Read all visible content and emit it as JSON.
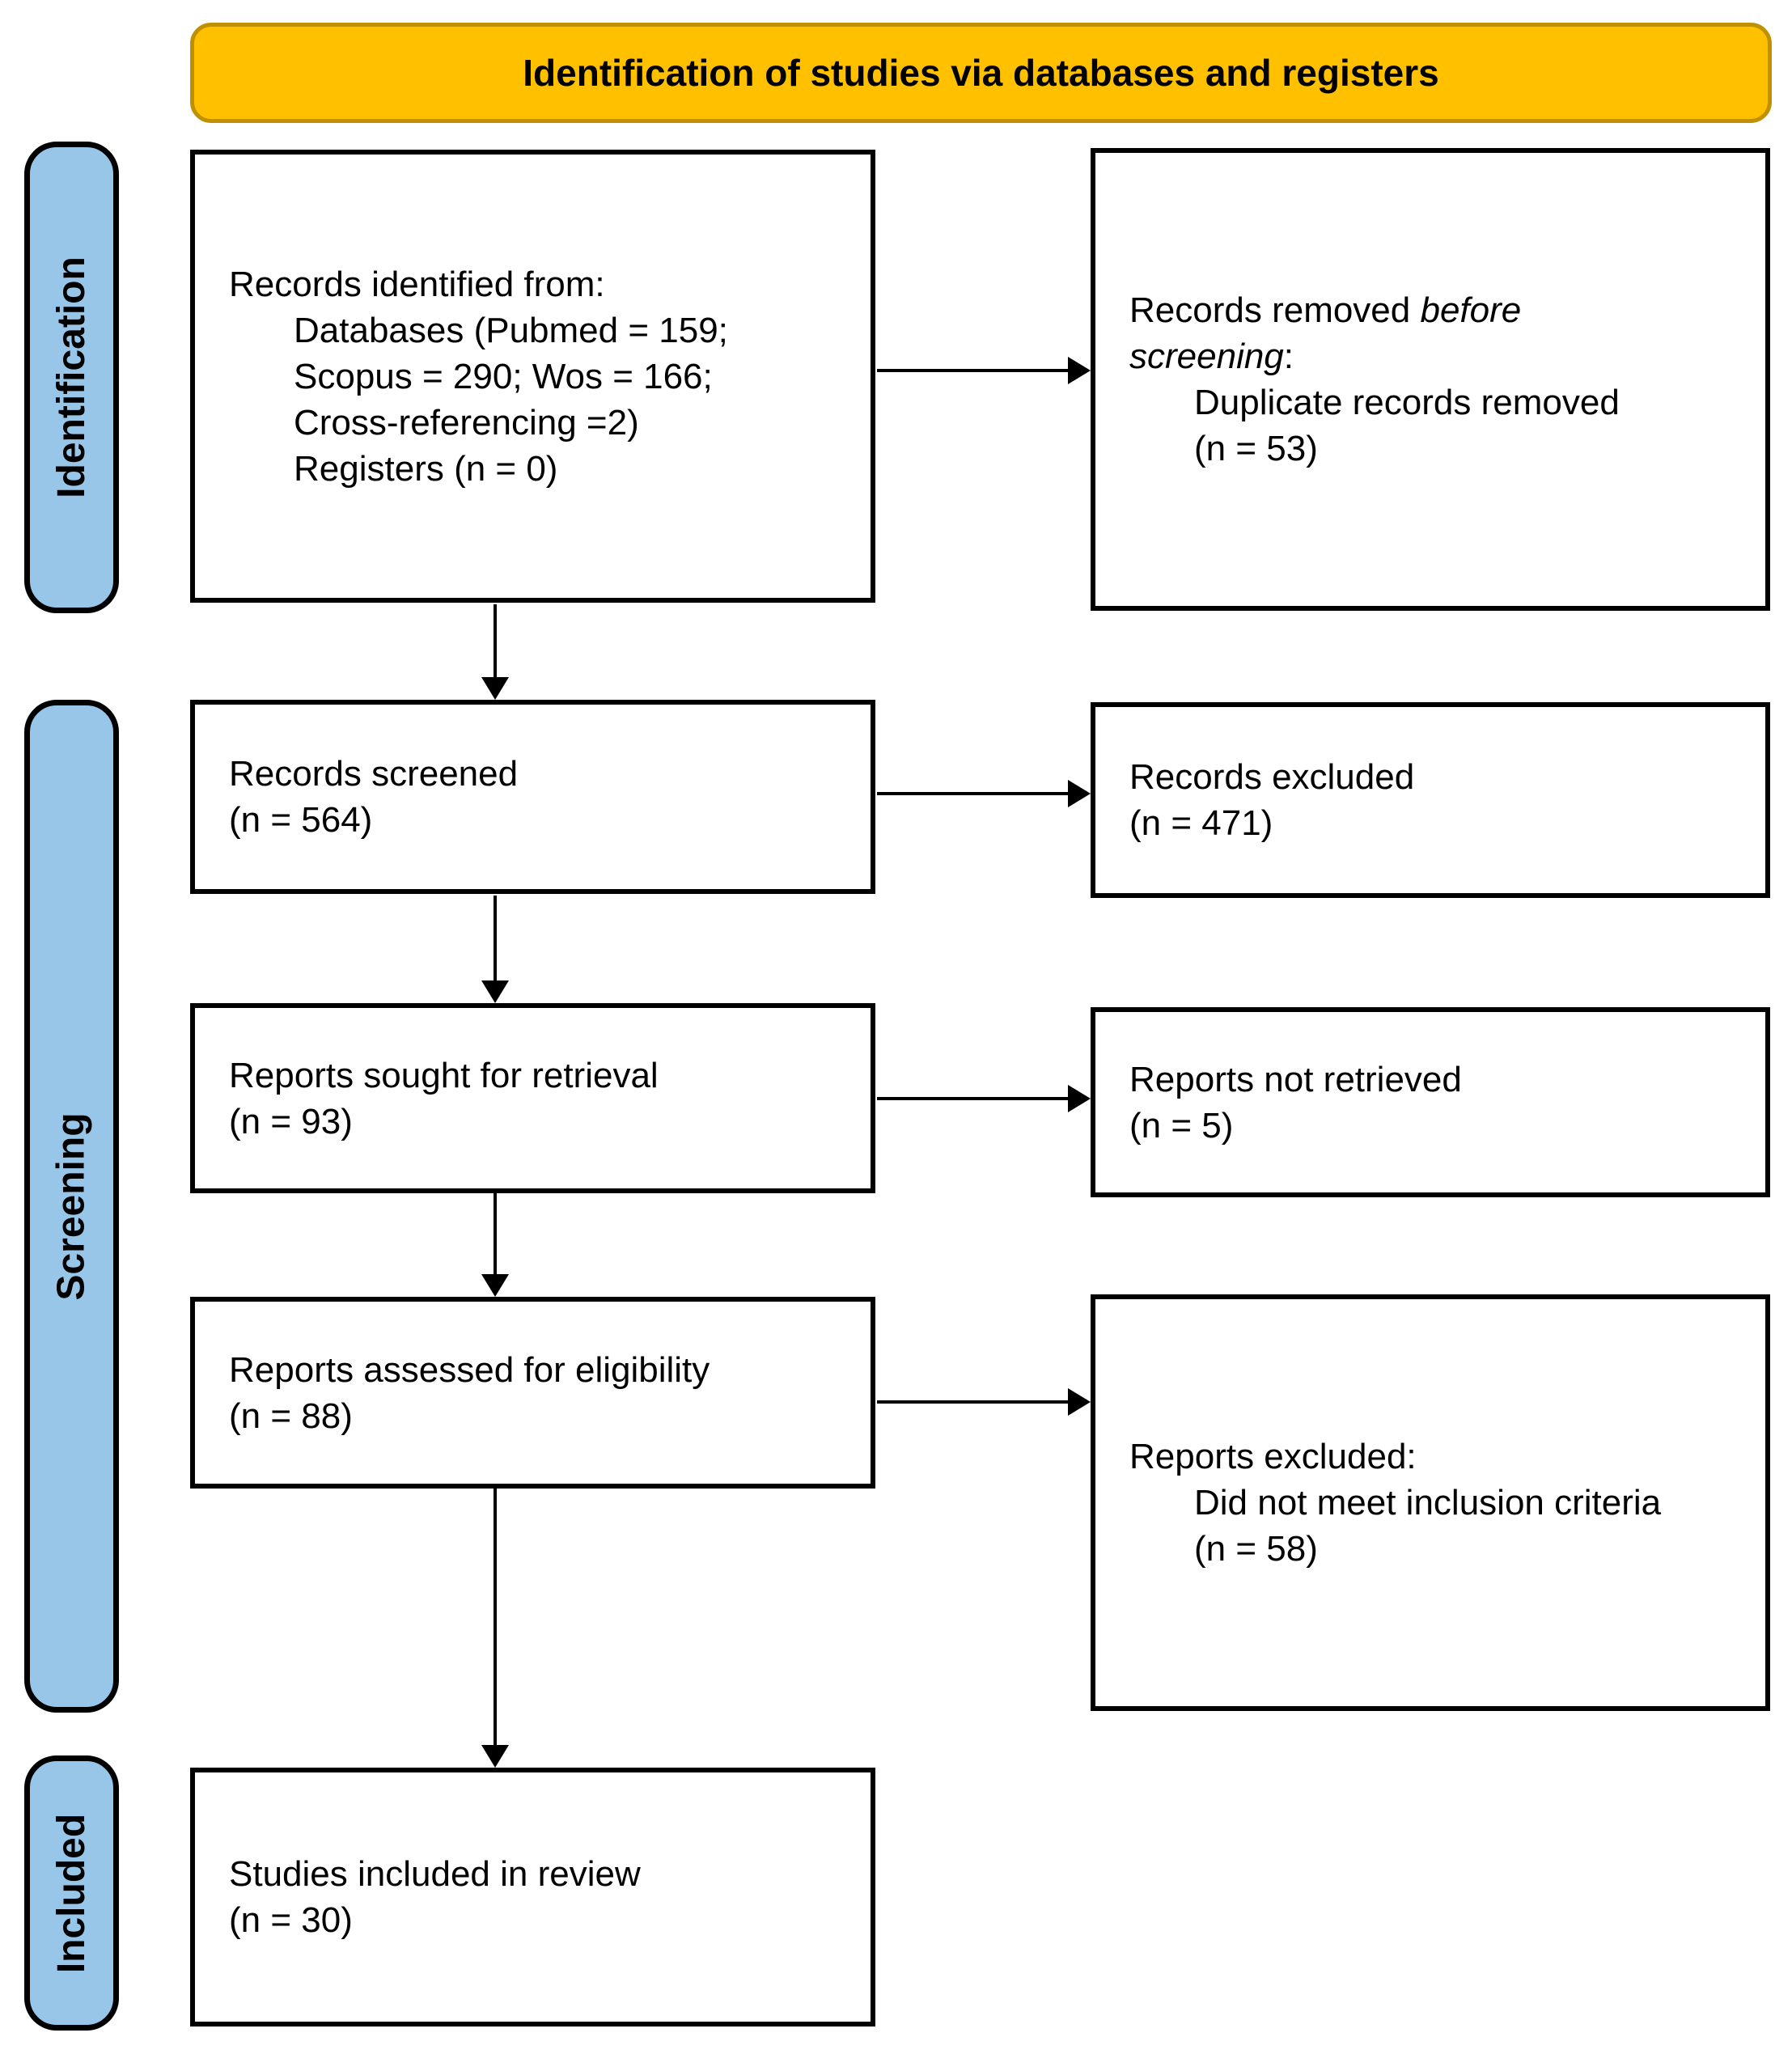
{
  "header": {
    "title": "Identification of studies via databases and registers"
  },
  "colors": {
    "header_fill": "#FFC000",
    "header_border": "#BF9000",
    "stage_fill": "#97C6E8",
    "box_border": "#000000",
    "arrow": "#000000"
  },
  "stages": [
    {
      "label": "Identification"
    },
    {
      "label": "Screening"
    },
    {
      "label": "Included"
    }
  ],
  "boxes": {
    "records_identified": {
      "line1": "Records identified from:",
      "line2": "Databases (Pubmed = 159;",
      "line3": "Scopus = 290; Wos = 166;",
      "line4": "Cross-referencing =2)",
      "line5": "Registers (n = 0)"
    },
    "records_removed": {
      "line1_normal": "Records removed ",
      "line1_italic": "before",
      "line2_italic": "screening",
      "line2_normal": ":",
      "line3": "Duplicate records removed",
      "line4": "(n = 53)"
    },
    "records_screened": {
      "line1": "Records screened",
      "line2": "(n = 564)"
    },
    "records_excluded": {
      "line1": "Records excluded",
      "line2": "(n = 471)"
    },
    "reports_sought": {
      "line1": "Reports sought for retrieval",
      "line2": "(n = 93)"
    },
    "reports_not_retrieved": {
      "line1": "Reports not retrieved",
      "line2": "(n = 5)"
    },
    "reports_assessed": {
      "line1": "Reports assessed for eligibility",
      "line2": "(n = 88)"
    },
    "reports_excluded": {
      "line1": "Reports excluded:",
      "line2": "Did not meet inclusion criteria",
      "line3": "(n = 58)"
    },
    "studies_included": {
      "line1": "Studies included in review",
      "line2": "(n = 30)"
    }
  }
}
